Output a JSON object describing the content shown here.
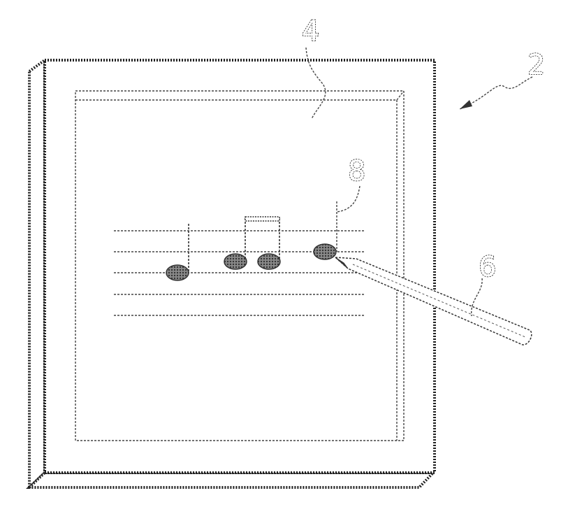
{
  "figure": {
    "labels": {
      "device": "2",
      "screen": "4",
      "stylus": "6",
      "note": "8"
    }
  },
  "colors": {
    "line": "#222222",
    "dotted": "#555555",
    "background": "#ffffff",
    "note_fill": "#9a9a9a"
  }
}
